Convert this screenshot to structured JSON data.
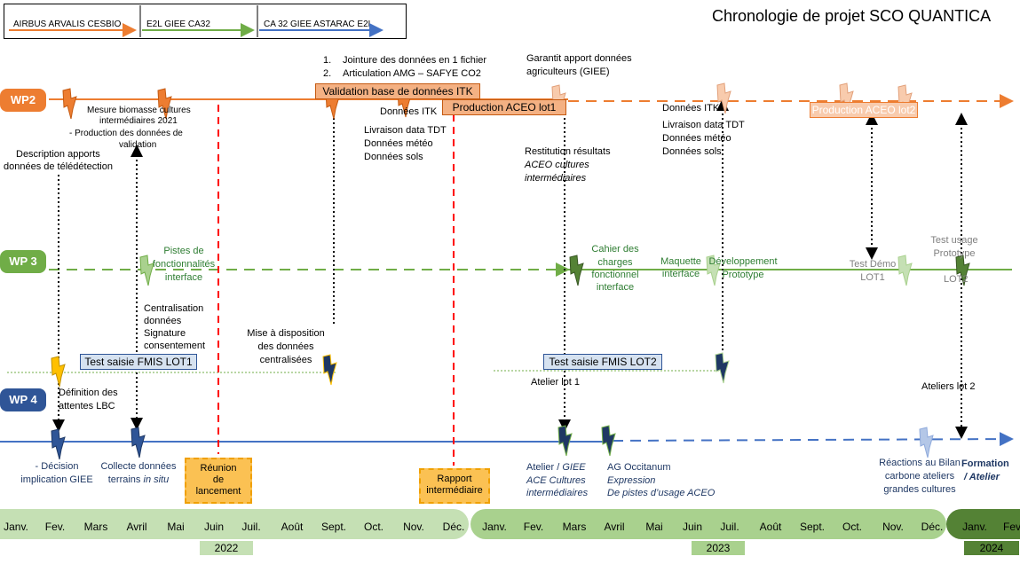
{
  "title": "Chronologie de projet SCO QUANTICA",
  "legend": [
    {
      "label": "AIRBUS ARVALIS CESBIO",
      "color": "#ed7d31"
    },
    {
      "label": "E2L  GIEE CA32",
      "color": "#70ad47"
    },
    {
      "label": "CA 32 GIEE ASTARAC E2L",
      "color": "#4472c4"
    }
  ],
  "colors": {
    "wp2": "#ed7d31",
    "wp3": "#70ad47",
    "wp4": "#2f5597",
    "red_dash": "#ff0000"
  },
  "wp_labels": {
    "wp2": "WP2",
    "wp3": "WP 3",
    "wp4": "WP 4"
  },
  "wp2": {
    "list_1": "1.",
    "list_1_text": "Jointure des données en 1 fichier",
    "list_2": "2.",
    "list_2_text": "Articulation AMG – SAFYE CO2",
    "validation_box": "Validation base de données ITK",
    "production_lot1": "Production ACEO lot1",
    "production_lot2": "Production ACEO lot2",
    "garantit": [
      "Garantit apport données",
      "agriculteurs (GIEE)"
    ],
    "mesure": [
      "Mesure biomasse cultures",
      "intermédiaires 2021"
    ],
    "production_donnees": [
      "-    Production des  données de",
      "validation"
    ],
    "description": [
      "Description apports",
      "données de télédétection"
    ],
    "donnees_itk_1": "Données ITK",
    "livraison_1": [
      "Livraison data TDT",
      "Données météo",
      "Données sols"
    ],
    "restitution": "Restitution résultats",
    "aceo_cultures": [
      "ACEO cultures",
      "intermédiaires"
    ],
    "donnees_itk_2": "Données ITK",
    "livraison_2": [
      "Livraison data TDT",
      "Données météo",
      "Données sols"
    ]
  },
  "wp3": {
    "pistes": [
      "Pistes de",
      "fonctionnalités",
      "interface"
    ],
    "cahier": [
      "Cahier des",
      "charges",
      "fonctionnel",
      "interface"
    ],
    "maquette": [
      "Maquette",
      "interface"
    ],
    "developpement": [
      "Développement",
      "Prototype"
    ],
    "test_demo": [
      "Test Démo",
      "LOT1"
    ],
    "test_usage": [
      "Test usage",
      "Prototype"
    ],
    "lot2": "LOT2",
    "centralisation": [
      "Centralisation",
      "données",
      "Signature",
      "consentement"
    ],
    "mise_dispo": [
      "Mise à disposition",
      "des données",
      "centralisées"
    ],
    "test_saisie_1": "Test saisie FMIS LOT1",
    "test_saisie_2": "Test saisie FMIS LOT2"
  },
  "wp4": {
    "definition": [
      "Définition des",
      "attentes LBC"
    ],
    "atelier_lot1": "Atelier lot 1",
    "ateliers_lot2": "Ateliers lot 2",
    "decision": [
      "- Décision",
      "implication GIEE"
    ],
    "collecte": "Collecte données",
    "collecte_2": "terrains ",
    "collecte_it": "in situ",
    "atelier_giee": "Atelier / ",
    "atelier_giee_it": "GIEE",
    "atelier_lines": [
      "ACE Cultures",
      "intermédiaires"
    ],
    "ag": "AG Occitanum",
    "ag_lines": [
      "Expression",
      "De pistes d’usage ACEO"
    ],
    "reactions": [
      "Réactions au Bilan",
      "carbone  ateliers",
      "grandes cultures"
    ],
    "formation": [
      "Formation",
      "/ Atelier"
    ]
  },
  "milestones": {
    "reunion": [
      "Réunion",
      "de",
      "lancement"
    ],
    "rapport": [
      "Rapport",
      "intermédiaire"
    ]
  },
  "months_2022": [
    "Janv.",
    "Fev.",
    "Mars",
    "Avril",
    "Mai",
    "Juin",
    "Juil.",
    "Août",
    "Sept.",
    "Oct.",
    "Nov.",
    "Déc."
  ],
  "months_2023": [
    "Janv.",
    "Fev.",
    "Mars",
    "Avril",
    "Mai",
    "Juin",
    "Juil.",
    "Août",
    "Sept.",
    "Oct.",
    "Nov.",
    "Déc."
  ],
  "months_2024": [
    "Janv.",
    "Fev"
  ],
  "years": [
    "2022",
    "2023",
    "2024"
  ]
}
